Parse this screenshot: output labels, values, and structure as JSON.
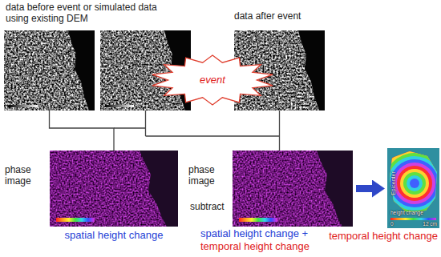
{
  "diagram": {
    "nodes": [
      {
        "text": [
          "data before event or simulated data using existing DEM"
        ]
      },
      {
        "text": [
          "event"
        ]
      },
      {
        "text": [
          "data after event"
        ]
      },
      {
        "text": [
          "phase image",
          "spatial height change"
        ]
      },
      {
        "text": [
          "phase image",
          "spatial height change +",
          "temporal height change"
        ]
      },
      {
        "text": [
          "Epicenter",
          "height change",
          "0",
          "12 cm",
          "temporal height change"
        ]
      }
    ],
    "edges": [
      {
        "from": 0,
        "to": 3,
        "arrow": "none"
      },
      {
        "from": 2,
        "to": 4,
        "arrow": "none"
      },
      {
        "from": 4,
        "to": 5,
        "arrow": "to"
      }
    ],
    "labels": [
      "subtract"
    ]
  }
}
